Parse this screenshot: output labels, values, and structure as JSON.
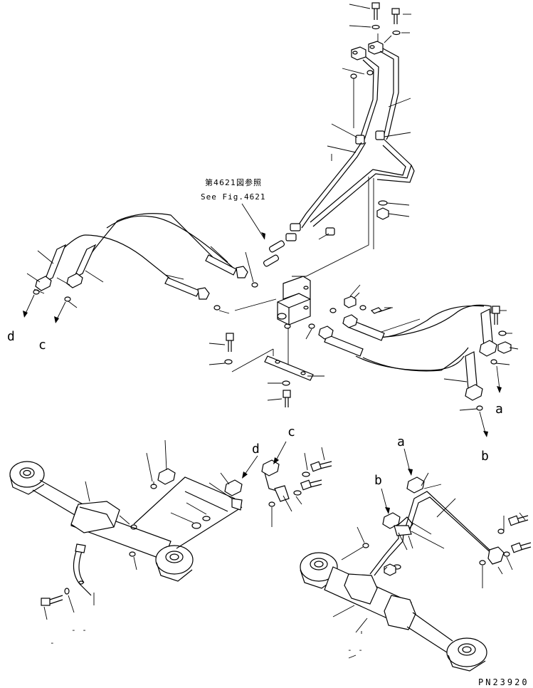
{
  "reference_jp": "第4621図参照",
  "reference_en": "See Fig.4621",
  "part_number": "PN23920",
  "labels": {
    "a": "a",
    "b": "b",
    "c": "c",
    "d": "d"
  },
  "minor_marks": [
    "-  -",
    "-",
    "-  -"
  ]
}
